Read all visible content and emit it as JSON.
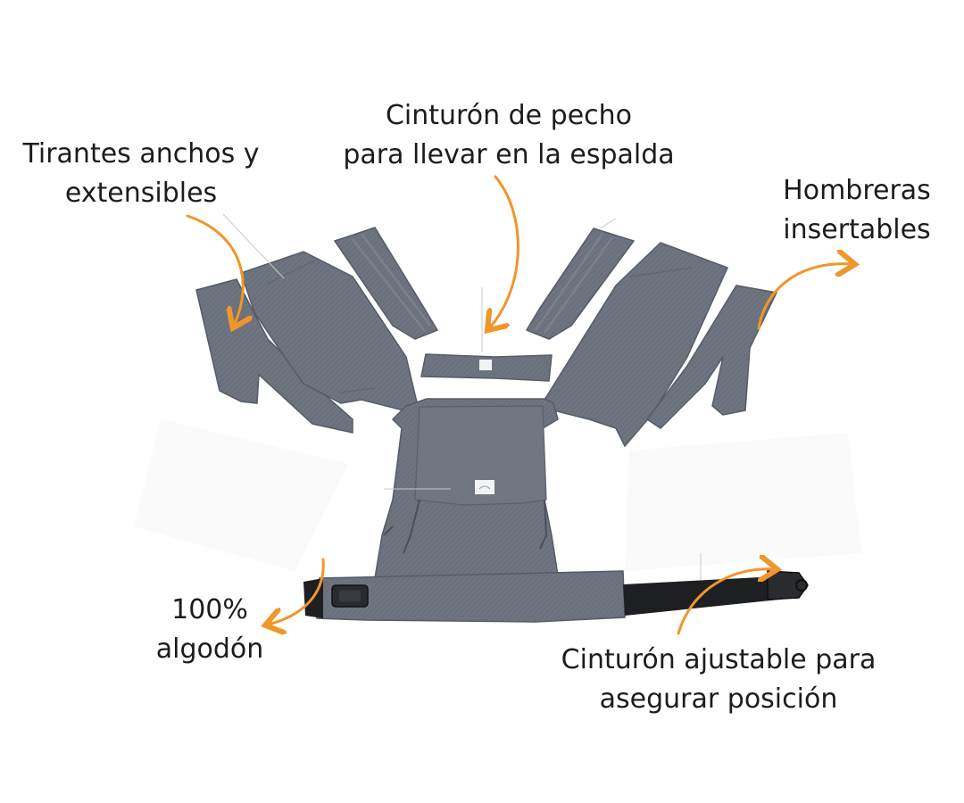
{
  "callouts": {
    "straps": {
      "line1": "Tirantes anchos y",
      "line2": "extensibles"
    },
    "chest": {
      "line1": "Cinturón de pecho",
      "line2": "para llevar en la espalda"
    },
    "pads": {
      "line1": "Hombreras",
      "line2": "insertables"
    },
    "cotton": {
      "line1": "100%",
      "line2": "algodón"
    },
    "belt": {
      "line1": "Cinturón ajustable para",
      "line2": "asegurar posición"
    }
  },
  "colors": {
    "fabric": "#6b717c",
    "fabric_dark": "#565c66",
    "fabric_light": "#7c828d",
    "webbing": "#1e1f22",
    "arrow": "#f0962a",
    "text": "#1c1c1c"
  },
  "icons": {
    "arrow": "curved-arrow-icon",
    "buckle": "buckle-icon",
    "logo_tag": "logo-tag-icon"
  }
}
